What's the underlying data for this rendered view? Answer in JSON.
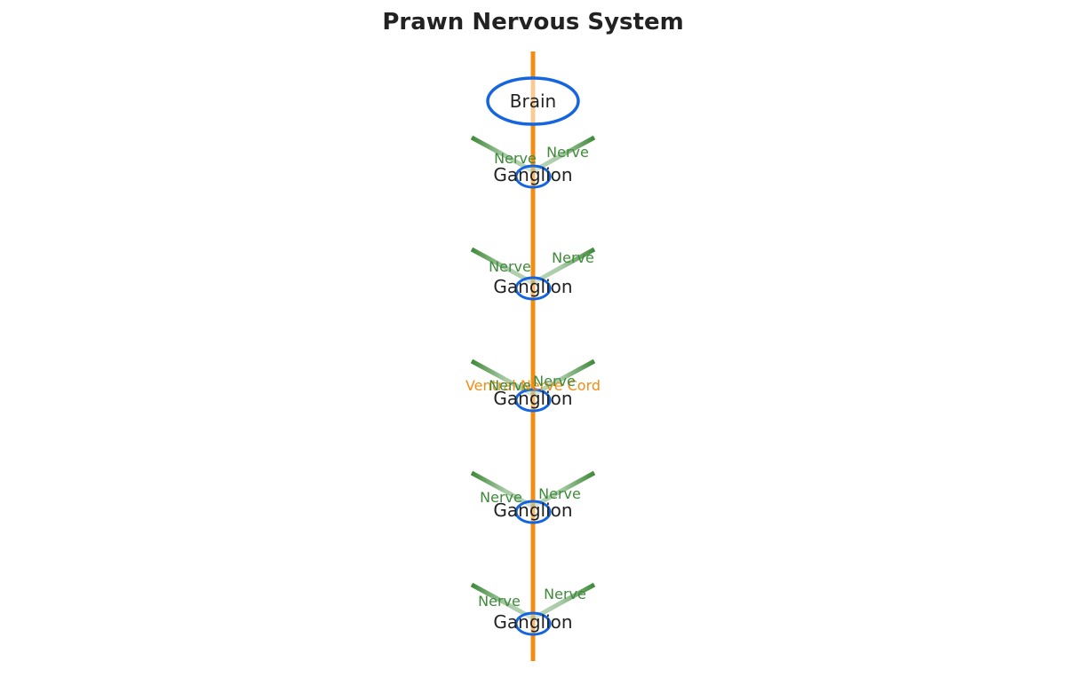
{
  "title": "Prawn Nervous System",
  "colors": {
    "cord": "#f28c13",
    "nerve": "#3f8a3a",
    "ring": "#1565e0",
    "text": "#222222"
  },
  "labels": {
    "brain": "Brain",
    "cord": "Ventral Nerve Cord",
    "ganglion": "Ganglion",
    "nerve": "Nerve"
  },
  "ganglia": [
    {
      "label": "Ganglion",
      "nerve_left": "Nerve",
      "nerve_right": "Nerve"
    },
    {
      "label": "Ganglion",
      "nerve_left": "Nerve",
      "nerve_right": "Nerve"
    },
    {
      "label": "Ganglion",
      "nerve_left": "Nerve",
      "nerve_right": "Nerve"
    },
    {
      "label": "Ganglion",
      "nerve_left": "Nerve",
      "nerve_right": "Nerve"
    },
    {
      "label": "Ganglion",
      "nerve_left": "Nerve",
      "nerve_right": "Nerve"
    }
  ]
}
